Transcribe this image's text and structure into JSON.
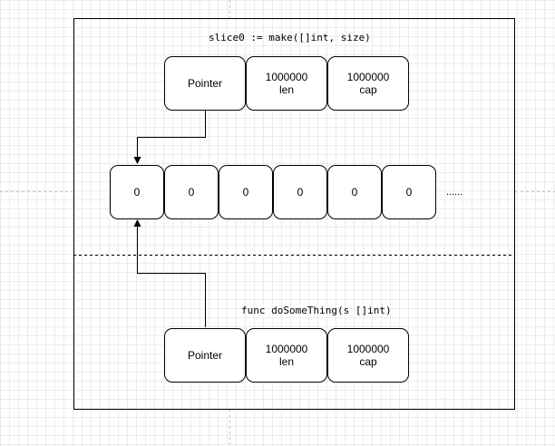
{
  "top_caption": "slice0 := make([]int, size)",
  "bottom_caption": "func doSomeThing(s []int)",
  "top_header": {
    "pointer": "Pointer",
    "len_value": "1000000",
    "len_label": "len",
    "cap_value": "1000000",
    "cap_label": "cap"
  },
  "bottom_header": {
    "pointer": "Pointer",
    "len_value": "1000000",
    "len_label": "len",
    "cap_value": "1000000",
    "cap_label": "cap"
  },
  "array_cells": [
    "0",
    "0",
    "0",
    "0",
    "0",
    "0"
  ],
  "ellipsis": "......"
}
